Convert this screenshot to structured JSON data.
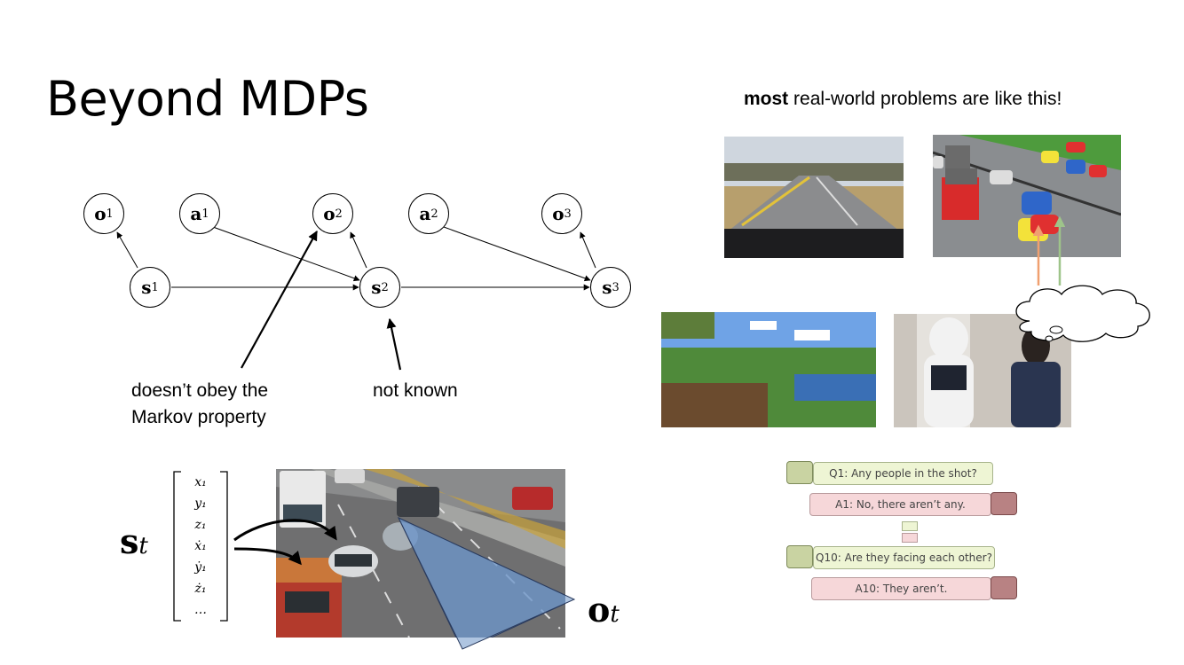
{
  "slide": {
    "title": "Beyond MDPs",
    "headline_bold": "most",
    "headline_rest": " real-world problems are like this!"
  },
  "diagram": {
    "nodes": [
      {
        "id": "o1",
        "var": "o",
        "sub": "1"
      },
      {
        "id": "a1",
        "var": "a",
        "sub": "1"
      },
      {
        "id": "o2",
        "var": "o",
        "sub": "2"
      },
      {
        "id": "a2",
        "var": "a",
        "sub": "2"
      },
      {
        "id": "o3",
        "var": "o",
        "sub": "3"
      },
      {
        "id": "s1",
        "var": "s",
        "sub": "1"
      },
      {
        "id": "s2",
        "var": "s",
        "sub": "2"
      },
      {
        "id": "s3",
        "var": "s",
        "sub": "3"
      }
    ],
    "annotation_markov_line1": "doesn’t obey the",
    "annotation_markov_line2": "Markov property",
    "annotation_not_known": "not known"
  },
  "state_vector": {
    "symbol": "s",
    "subscript": "t",
    "entries": [
      "x₁",
      "y₁",
      "z₁",
      "ẋ₁",
      "ẏ₁",
      "ż₁",
      "…"
    ]
  },
  "observation": {
    "symbol": "o",
    "subscript": "t"
  },
  "dialog": {
    "q1": "Q1: Any people in the shot?",
    "a1": "A1: No, there aren’t any.",
    "q10": "Q10: Are they facing each other?",
    "a10": "A10: They aren’t."
  },
  "colors": {
    "question_bg": "#eef5d4",
    "answer_bg": "#f6d7d9",
    "fov_blue": "#6e95c8",
    "arrow_orange": "#f0a070",
    "arrow_green": "#9ec48a"
  }
}
